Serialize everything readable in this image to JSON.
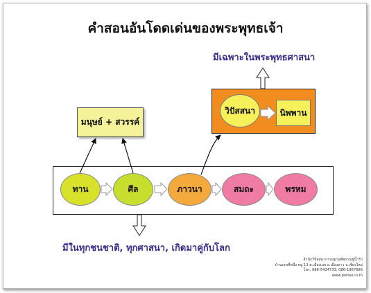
{
  "title": "คำสอนอันโดดเด่นของพระพุทธเจ้า",
  "note_top": "มีเฉพาะในพระพุทธศาสนา",
  "note_bottom": "มีในทุกชนชาติ, ทุกศาสนา, เกิดมาคู่กับโลก",
  "human_heaven": "มนุษย์ + สวรรค์",
  "steps": {
    "dana": "ทาน",
    "sila": "ศีล",
    "bhavana": "ภาวนา",
    "samatha": "สมถะ",
    "brahma": "พรหม"
  },
  "vipassana": "วิปัสสนา",
  "nibbana": "นิพพาน",
  "credit": {
    "line1": "สำนักวิปัสสนากรรมฐานพิพรรณผู้น้ำรัว",
    "line2": "บ้านเลขที่หนึ่ง หมู่ 13 ต.เมืองเลย อ.เมืองลาว จ.เชียงใหม่",
    "line3": "โทร. 086-5424733, 086-1967686",
    "line4": "www.portee.in.th"
  },
  "colors": {
    "dana": "#d8e22a",
    "sila": "#c7de2f",
    "bhavana": "#f4a93c",
    "samatha": "#f07ca5",
    "brahma": "#f07ca5",
    "vipassana_box": "#f28c1e",
    "highlight_yellow": "#f6f05a",
    "human_box": "#f5f29a",
    "note_text": "#3a2a8c"
  }
}
